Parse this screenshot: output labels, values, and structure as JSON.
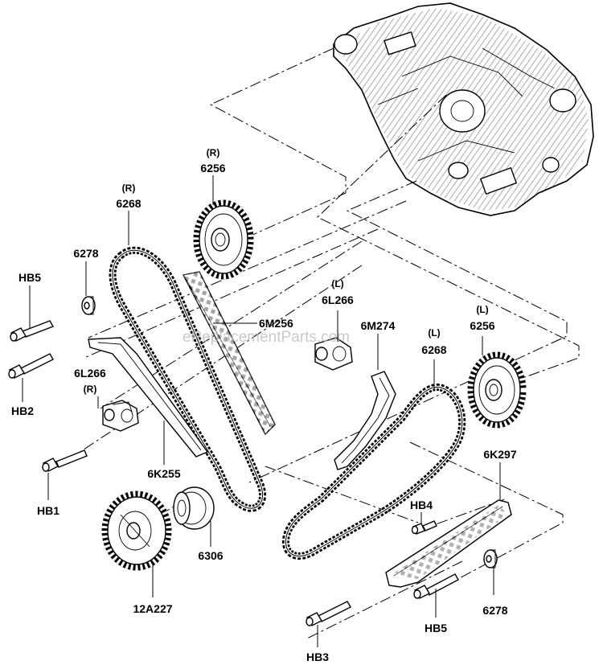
{
  "labels": {
    "sprocket_6256_r_side": "(R)",
    "sprocket_6256_r": "6256",
    "chain_6268_r_side": "(R)",
    "chain_6268_r": "6268",
    "washer_6278_top": "6278",
    "bolt_hb5_top": "HB5",
    "bolt_hb2": "HB2",
    "guide_6m256": "6M256",
    "tensioner_6l266_l_side": "(L)",
    "tensioner_6l266_l": "6L266",
    "guide_6m274": "6M274",
    "chain_6268_l_side": "(L)",
    "chain_6268_l": "6268",
    "sprocket_6256_l_side": "(L)",
    "sprocket_6256_l": "6256",
    "tensioner_6l266_r": "6L266",
    "tensioner_6l266_r_side": "(R)",
    "arm_6k255": "6K255",
    "bolt_hb1": "HB1",
    "crank_sprocket_6306": "6306",
    "crank_gear_12a227": "12A227",
    "arm_6k297": "6K297",
    "bolt_hb4": "HB4",
    "washer_6278_bottom": "6278",
    "bolt_hb5_bottom": "HB5",
    "bolt_hb3": "HB3"
  },
  "watermark": "eReplacementParts.com"
}
